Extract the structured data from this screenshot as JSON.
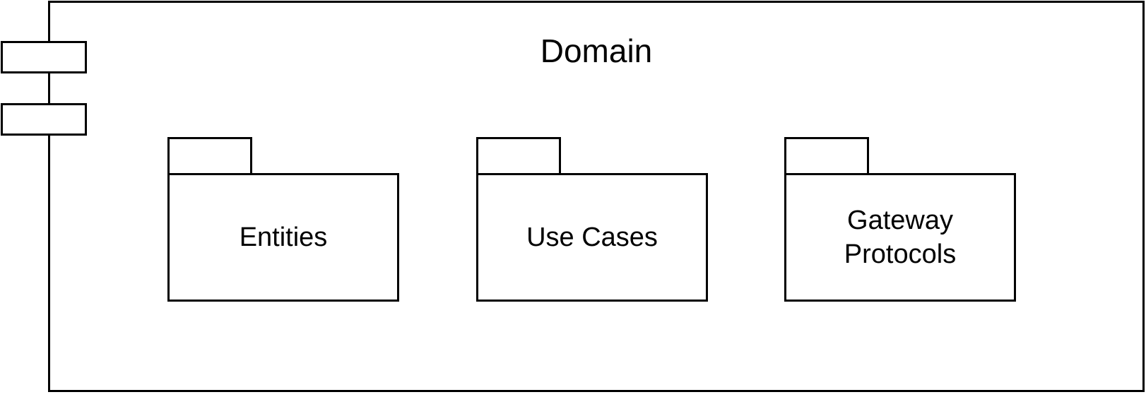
{
  "diagram": {
    "component": {
      "title": "Domain"
    },
    "packages": [
      {
        "label": "Entities"
      },
      {
        "label": "Use Cases"
      },
      {
        "label": "Gateway\nProtocols"
      }
    ]
  }
}
